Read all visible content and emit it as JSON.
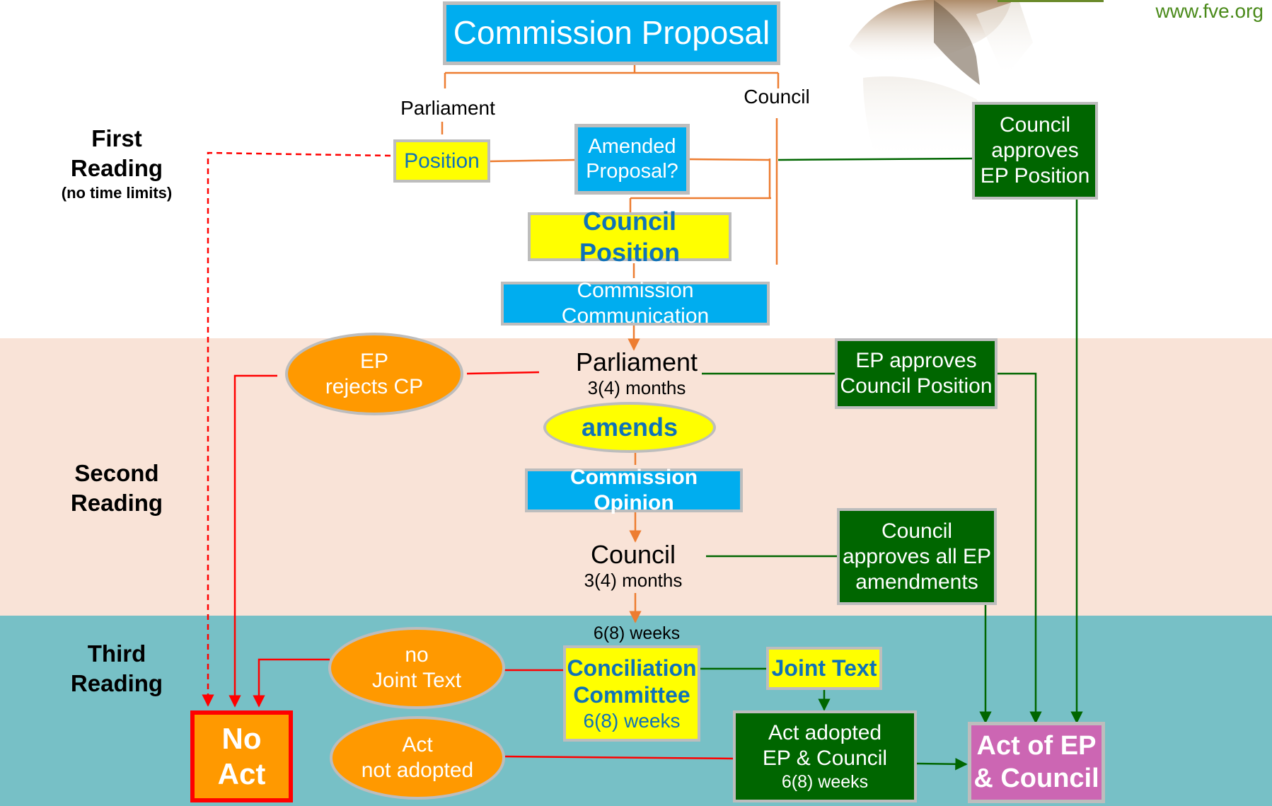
{
  "website": "www.fve.org",
  "stages": {
    "first": {
      "title_line1": "First",
      "title_line2": "Reading",
      "note": "(no time limits)"
    },
    "second": {
      "title_line1": "Second",
      "title_line2": "Reading"
    },
    "third": {
      "title_line1": "Third",
      "title_line2": "Reading"
    }
  },
  "first_reading": {
    "commission_proposal": "Commission Proposal",
    "parliament_label": "Parliament",
    "council_label": "Council",
    "position": "Position",
    "amended_proposal_l1": "Amended",
    "amended_proposal_l2": "Proposal?",
    "council_approves_l1": "Council",
    "council_approves_l2": "approves",
    "council_approves_l3": "EP Position",
    "council_position": "Council Position",
    "commission_communication": "Commission Communication"
  },
  "second_reading": {
    "ep_rejects_l1": "EP",
    "ep_rejects_l2": "rejects CP",
    "parliament": "Parliament",
    "parliament_time": "3(4) months",
    "ep_approves_l1": "EP approves",
    "ep_approves_l2": "Council Position",
    "amends": "amends",
    "commission_opinion": "Commission Opinion",
    "council": "Council",
    "council_time": "3(4) months",
    "council_approves_all_l1": "Council",
    "council_approves_all_l2": "approves all EP",
    "council_approves_all_l3": "amendments"
  },
  "third_reading": {
    "weeks_label": "6(8) weeks",
    "no_joint_text_l1": "no",
    "no_joint_text_l2": "Joint Text",
    "conciliation_l1": "Conciliation",
    "conciliation_l2": "Committee",
    "conciliation_time": "6(8) weeks",
    "joint_text": "Joint Text",
    "no_act_l1": "No",
    "no_act_l2": "Act",
    "act_not_adopted_l1": "Act",
    "act_not_adopted_l2": "not adopted",
    "act_adopted_l1": "Act adopted",
    "act_adopted_l2": "EP & Council",
    "act_adopted_time": "6(8) weeks",
    "act_of_ep_l1": "Act of EP",
    "act_of_ep_l2": "& Council"
  },
  "colors": {
    "commission_blue": "#00adef",
    "position_yellow": "#ffff00",
    "approval_green": "#006600",
    "rejection_orange": "#ff9900",
    "final_pink": "#cc66b3",
    "second_reading_band": "#f9e3d7",
    "third_reading_band": "#77c0c6",
    "flow_line_orange": "#ed7d31",
    "reject_line_red": "#ff0000"
  }
}
